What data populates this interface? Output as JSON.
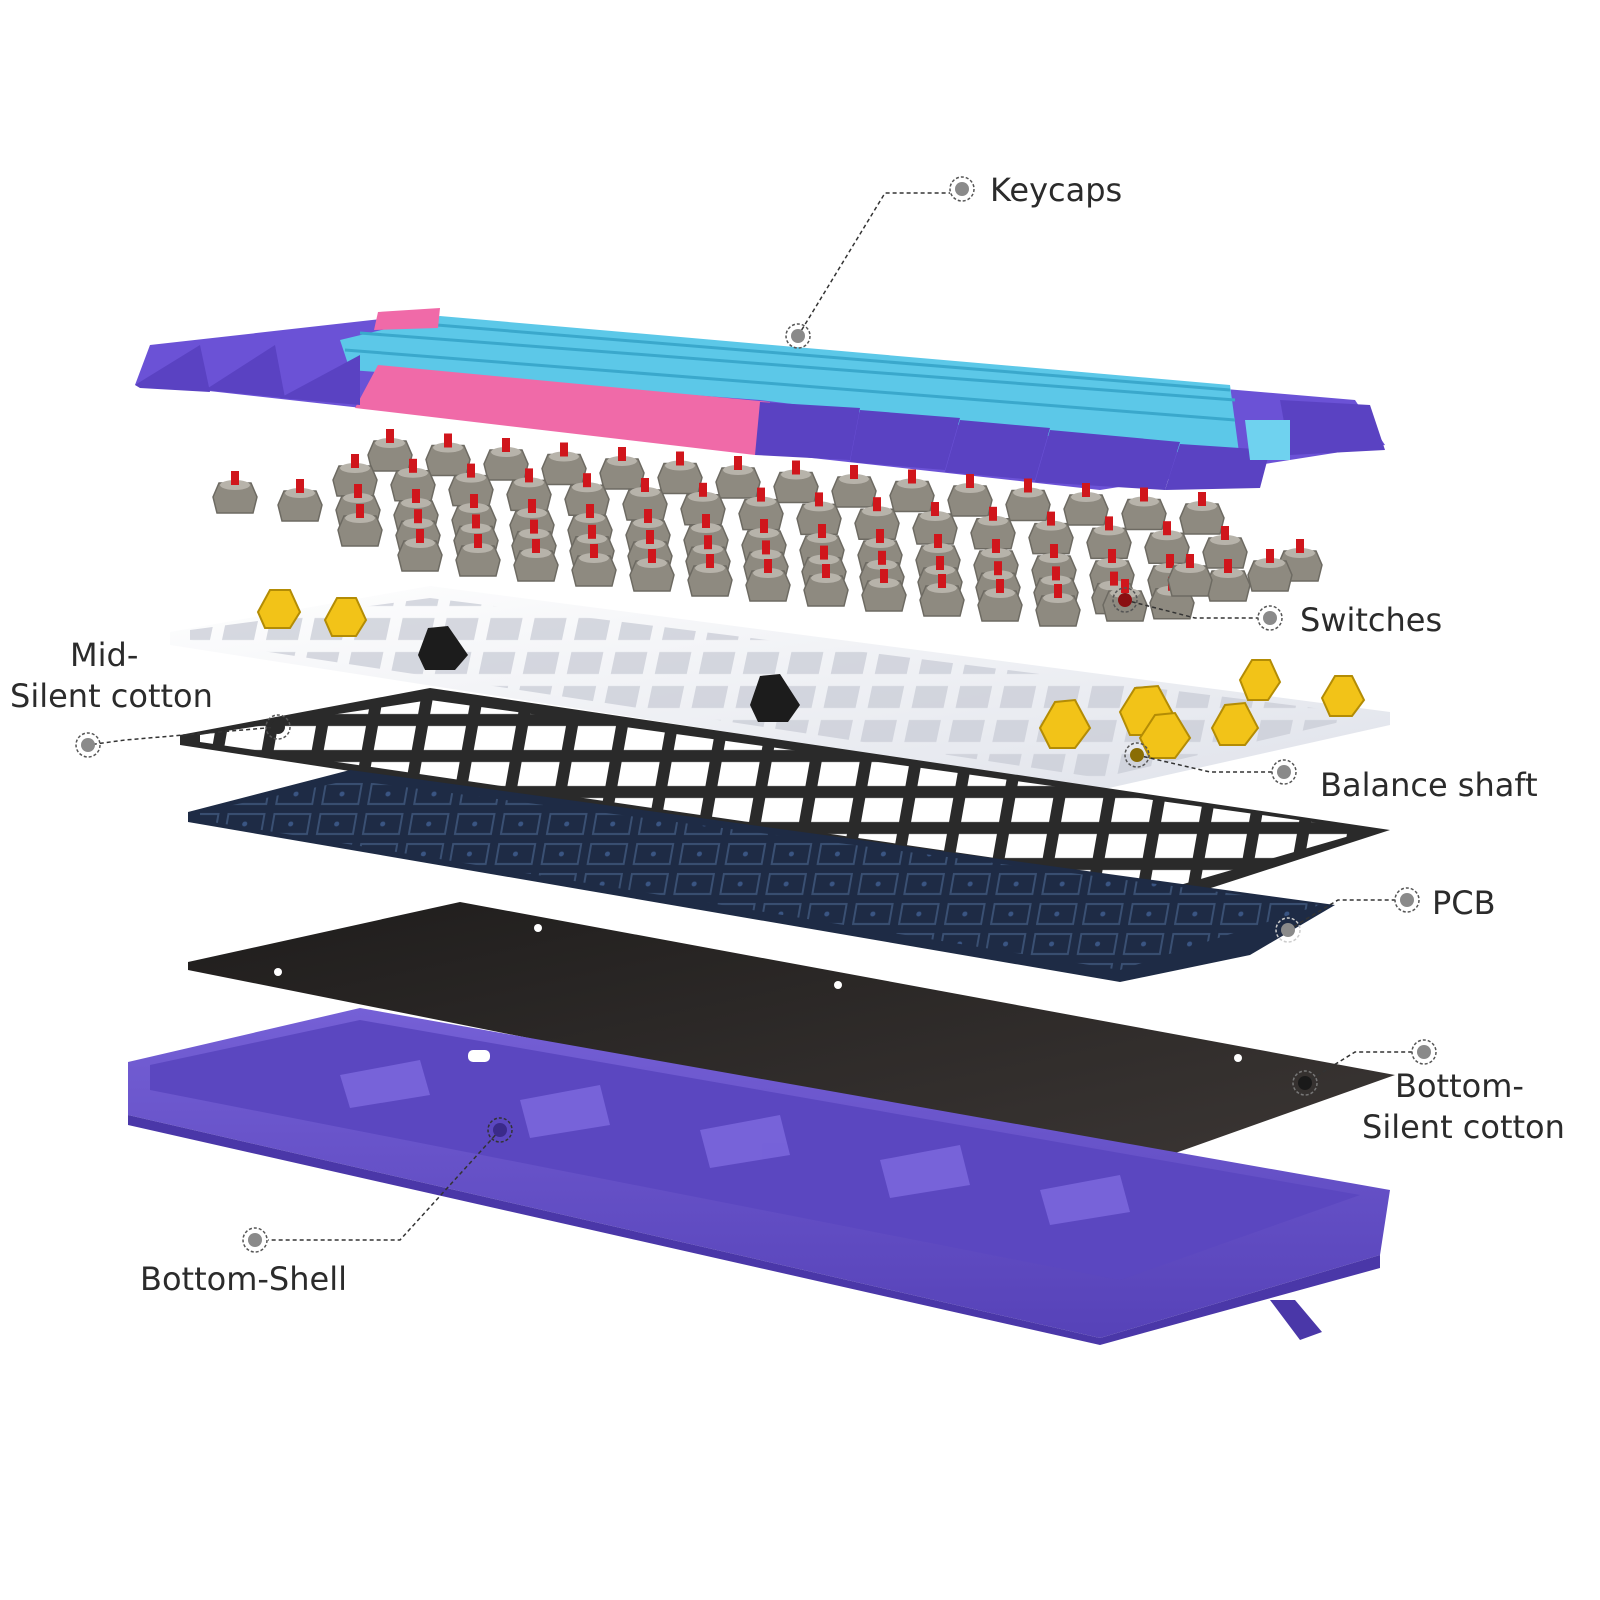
{
  "labels": {
    "keycaps": "Keycaps",
    "switches": "Switches",
    "mid_cotton_line1": "Mid-",
    "mid_cotton_line2": "Silent cotton",
    "balance_shaft": "Balance shaft",
    "pcb": "PCB",
    "bottom_cotton_line1": "Bottom-",
    "bottom_cotton_line2": "Silent cotton",
    "bottom_shell": "Bottom-Shell"
  },
  "colors": {
    "keycap_purple": "#6b52d6",
    "keycap_purple_dark": "#4b35a8",
    "keycap_cyan": "#5cc8e8",
    "keycap_pink": "#f06aa8",
    "switch_housing": "#8e8a80",
    "switch_stem": "#d0161c",
    "plate": "#f4f5f8",
    "stabilizer_yellow": "#f2c318",
    "stabilizer_black": "#1c1c1c",
    "cotton_mid": "#2a2a2a",
    "pcb": "#1e2b45",
    "bottom_cotton": "#2e2a28",
    "shell": "#6a54c8",
    "marker": "#8a8a8a"
  }
}
